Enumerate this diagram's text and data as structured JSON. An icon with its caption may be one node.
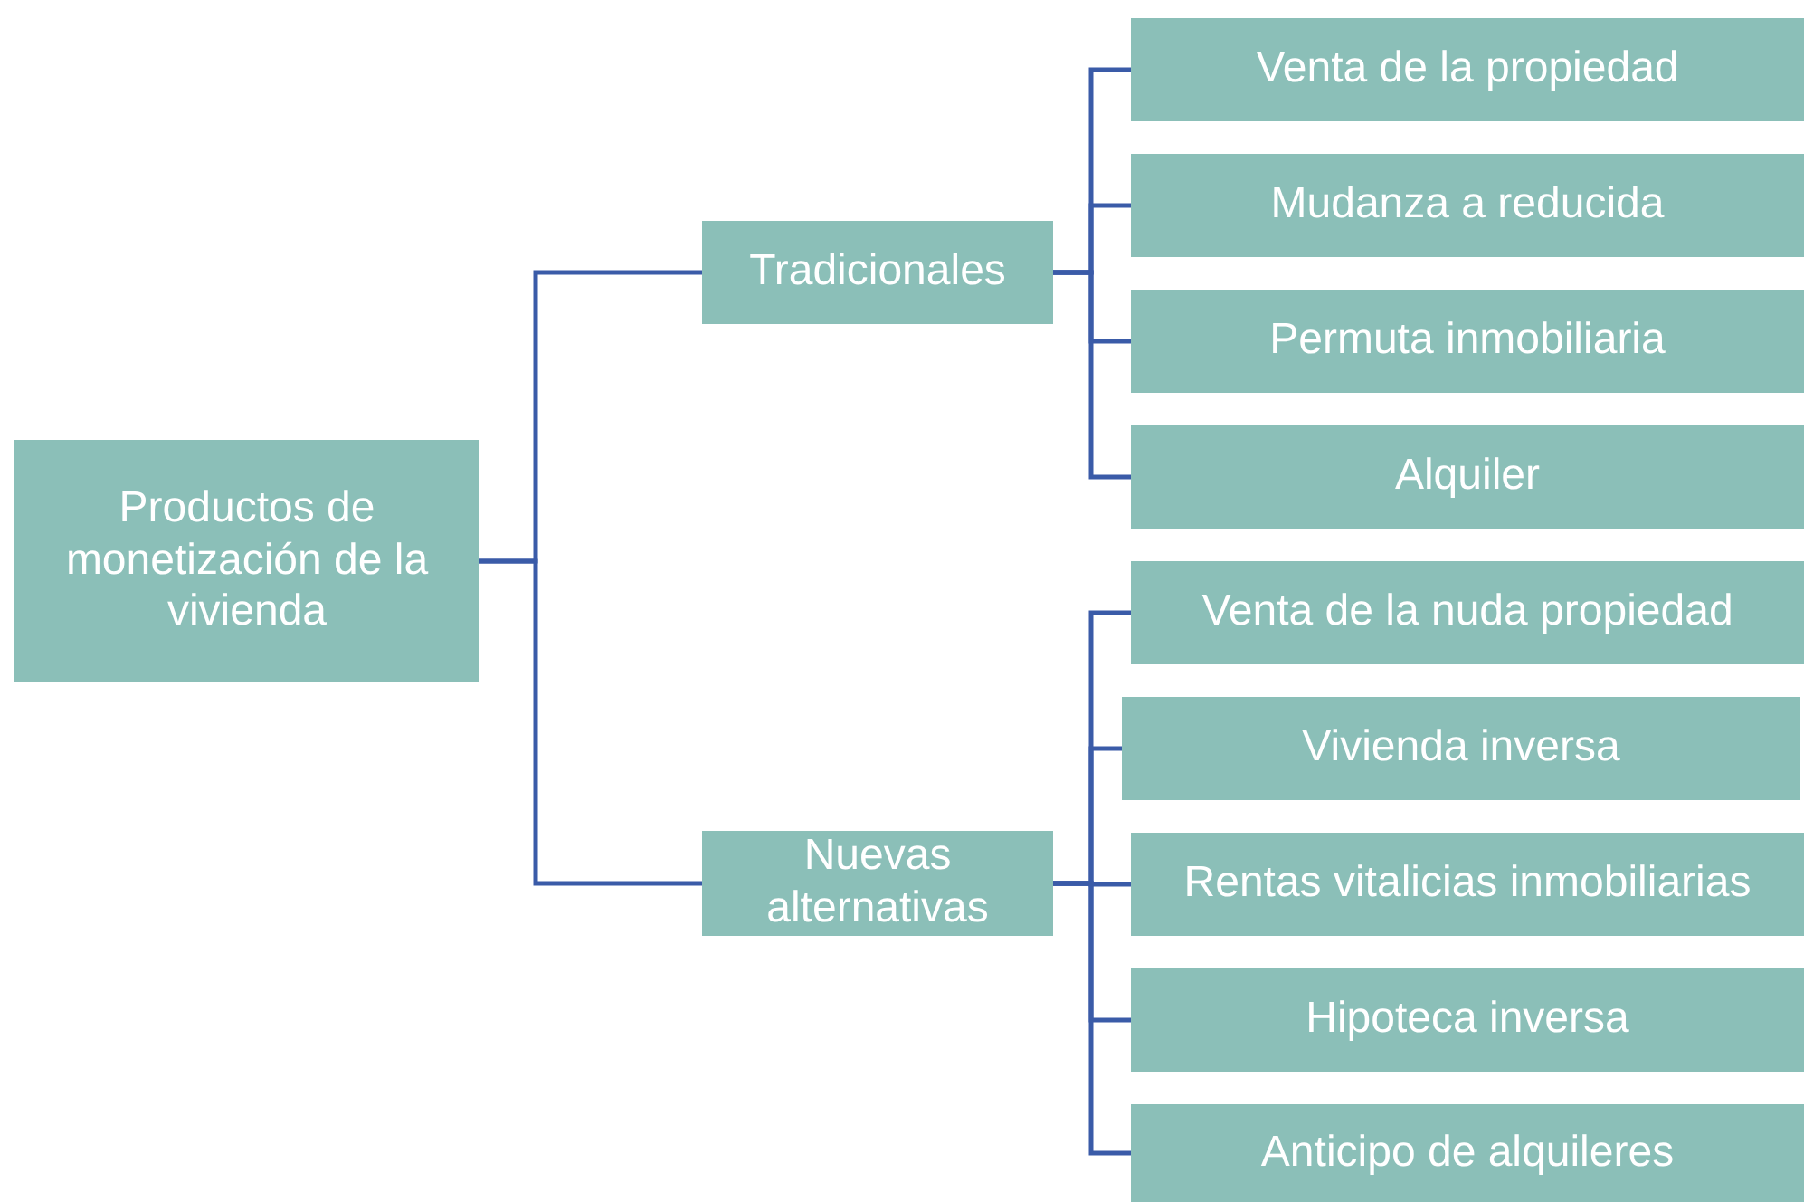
{
  "diagram": {
    "nodes": [
      {
        "text": [
          "Productos de monetización de la vivienda"
        ]
      },
      {
        "text": [
          "Tradicionales"
        ]
      },
      {
        "text": [
          "Nuevas alternativas"
        ]
      },
      {
        "text": [
          "Venta de la propiedad"
        ]
      },
      {
        "text": [
          "Mudanza a reducida"
        ]
      },
      {
        "text": [
          "Permuta inmobiliaria"
        ]
      },
      {
        "text": [
          "Alquiler"
        ]
      },
      {
        "text": [
          "Venta de la nuda propiedad"
        ]
      },
      {
        "text": [
          "Vivienda inversa"
        ]
      },
      {
        "text": [
          "Rentas vitalicias inmobiliarias"
        ]
      },
      {
        "text": [
          "Hipoteca inversa"
        ]
      },
      {
        "text": [
          "Anticipo de alquileres"
        ]
      }
    ],
    "edges": [
      {
        "from": 0,
        "to": 1,
        "arrow": "none"
      },
      {
        "from": 0,
        "to": 2,
        "arrow": "none"
      },
      {
        "from": 1,
        "to": 3,
        "arrow": "none"
      },
      {
        "from": 1,
        "to": 4,
        "arrow": "none"
      },
      {
        "from": 1,
        "to": 5,
        "arrow": "none"
      },
      {
        "from": 1,
        "to": 6,
        "arrow": "none"
      },
      {
        "from": 2,
        "to": 7,
        "arrow": "none"
      },
      {
        "from": 2,
        "to": 8,
        "arrow": "none"
      },
      {
        "from": 2,
        "to": 9,
        "arrow": "none"
      },
      {
        "from": 2,
        "to": 10,
        "arrow": "none"
      },
      {
        "from": 2,
        "to": 11,
        "arrow": "none"
      }
    ]
  }
}
